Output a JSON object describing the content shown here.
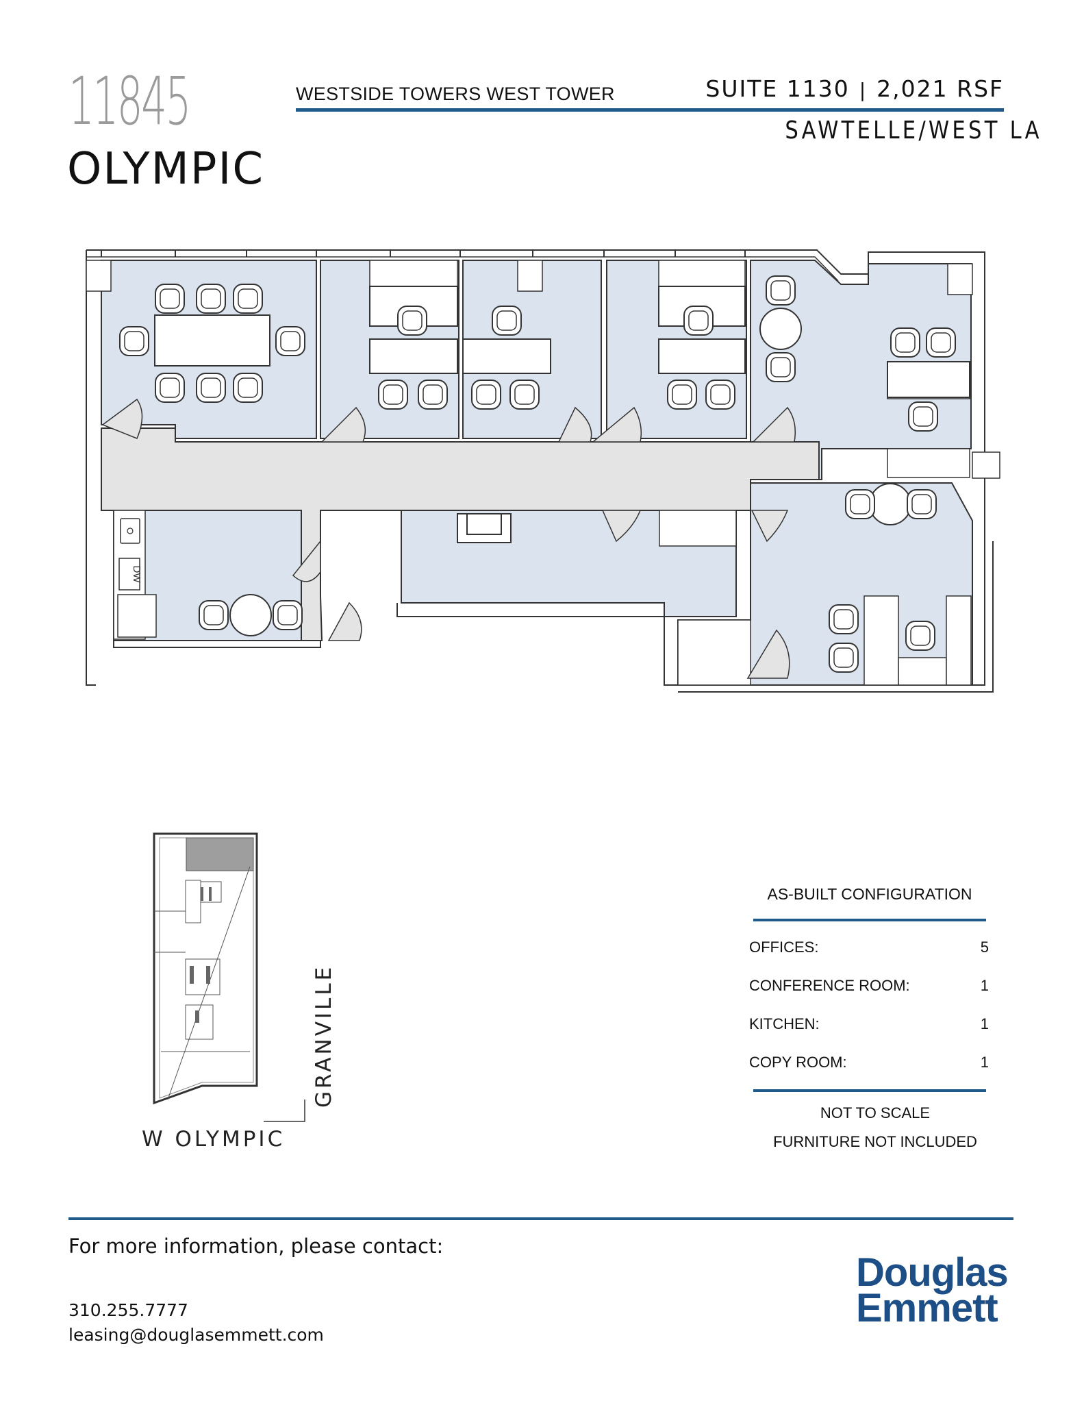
{
  "header": {
    "address_number": "11845",
    "address_street": "OLYMPIC",
    "building_name": "WESTSIDE TOWERS WEST TOWER",
    "suite": "SUITE 1130",
    "separator": "|",
    "rsf": "2,021 RSF",
    "submarket": "SAWTELLE/WEST LA"
  },
  "floorplan": {
    "dishwasher_label": "DW"
  },
  "keyplan": {
    "street_bottom": "W OLYMPIC",
    "street_side": "GRANVILLE"
  },
  "configuration": {
    "title": "AS-BUILT CONFIGURATION",
    "rows": [
      {
        "label": "OFFICES:",
        "value": "5"
      },
      {
        "label": "CONFERENCE ROOM:",
        "value": "1"
      },
      {
        "label": "KITCHEN:",
        "value": "1"
      },
      {
        "label": "COPY ROOM:",
        "value": "1"
      }
    ],
    "notes": [
      "NOT TO SCALE",
      "FURNITURE NOT INCLUDED"
    ]
  },
  "contact": {
    "heading": "For more information, please contact:",
    "phone": "310.255.7777",
    "email": "leasing@douglasemmett.com"
  },
  "logo": {
    "line1": "Douglas",
    "line2": "Emmett"
  },
  "colors": {
    "accent_blue": "#1f5a8a",
    "room_fill": "#dae3ee",
    "corridor_fill": "#e4e4e4",
    "logo_blue": "#1d4f86"
  }
}
